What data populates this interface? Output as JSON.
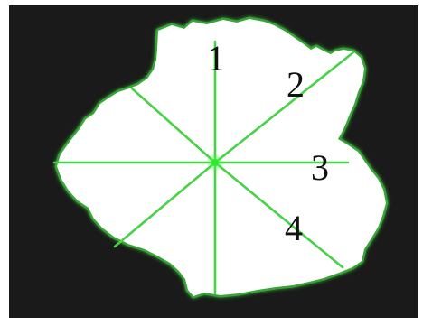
{
  "figure": {
    "background_color": "#1a1a1a",
    "frame_color": "#ffffff",
    "shape_fill": "#ffffff",
    "outline_color": "#3fd43f",
    "line_color": "#47d247",
    "center_color": "#2ee82e",
    "label_color": "#111111",
    "labels": [
      {
        "text": "1"
      },
      {
        "text": "2"
      },
      {
        "text": "3"
      },
      {
        "text": "4"
      }
    ]
  }
}
